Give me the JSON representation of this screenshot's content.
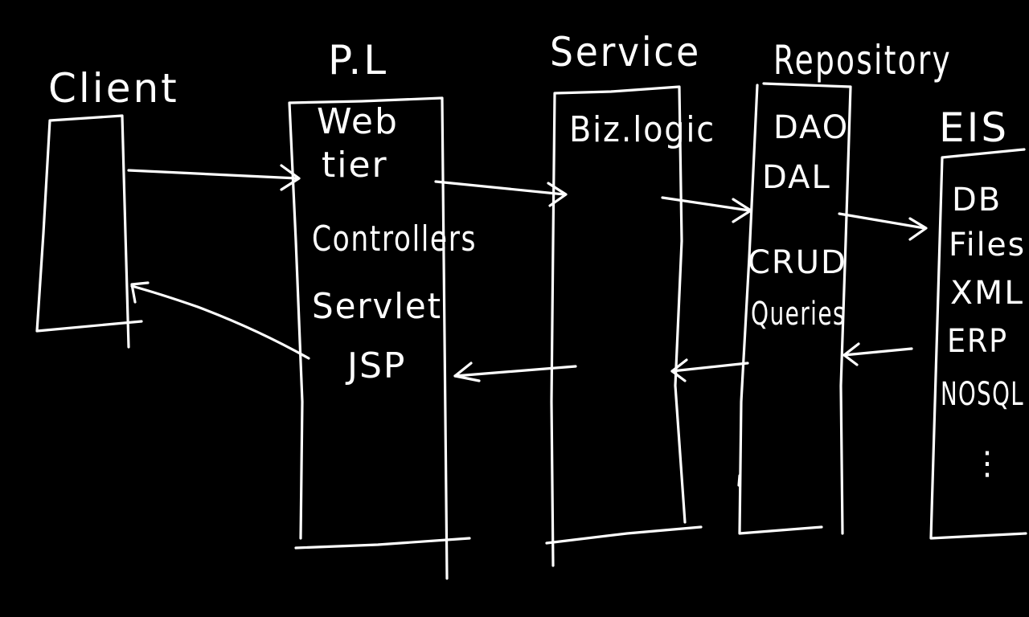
{
  "colors": {
    "background": "#000000",
    "ink": "#ffffff"
  },
  "layers": {
    "client": {
      "title": "Client",
      "items": []
    },
    "presentation": {
      "title": "P.L",
      "items": [
        "Web",
        "tier",
        "Controllers",
        "Servlet",
        "JSP"
      ]
    },
    "service": {
      "title": "Service",
      "items": [
        "Biz.logic"
      ]
    },
    "repository": {
      "title": "Repository",
      "items": [
        "DAO",
        "DAL",
        "CRUD",
        "Queries"
      ]
    },
    "eis": {
      "title": "EIS",
      "items": [
        "DB",
        "Files",
        "XML",
        "ERP",
        "NOSQL",
        "⋮"
      ]
    }
  }
}
